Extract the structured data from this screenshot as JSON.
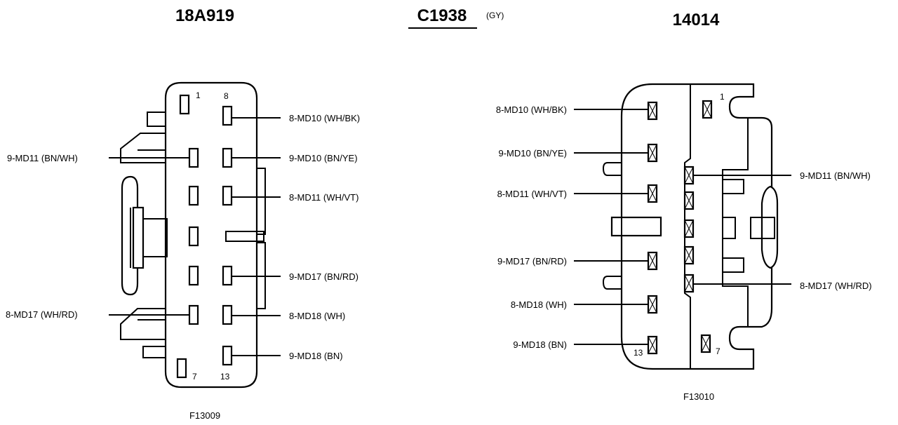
{
  "titles": {
    "left_part": "18A919",
    "center_connector": "C1938",
    "center_color": "(GY)",
    "right_part": "14014"
  },
  "left_connector": {
    "pin_numbers": {
      "p1": "1",
      "p8": "8",
      "p7": "7",
      "p13": "13"
    },
    "labels_right": [
      "8-MD10 (WH/BK)",
      "9-MD10 (BN/YE)",
      "8-MD11 (WH/VT)",
      "9-MD17 (BN/RD)",
      "8-MD18 (WH)",
      "9-MD18 (BN)"
    ],
    "labels_left": [
      "9-MD11 (BN/WH)",
      "8-MD17 (WH/RD)"
    ],
    "figure_id": "F13009"
  },
  "right_connector": {
    "pin_numbers": {
      "p1": "1",
      "p13": "13",
      "p7": "7"
    },
    "labels_left": [
      "8-MD10 (WH/BK)",
      "9-MD10 (BN/YE)",
      "8-MD11 (WH/VT)",
      "9-MD17 (BN/RD)",
      "8-MD18 (WH)",
      "9-MD18 (BN)"
    ],
    "labels_right": [
      "9-MD11 (BN/WH)",
      "8-MD17 (WH/RD)"
    ],
    "figure_id": "F13010"
  }
}
